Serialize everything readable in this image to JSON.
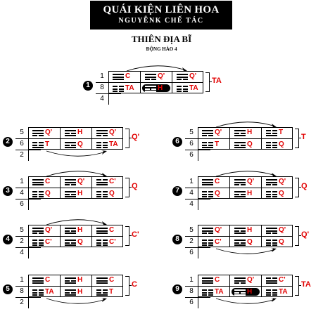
{
  "header": {
    "title": "QUÁI KIỆN LIÊN HOA",
    "subtitle": "NGUYỄNK CHẾ TÁC"
  },
  "diagram": {
    "title": "THIÊN ĐỊA BĨ",
    "subtitle": "ĐỘNG HÀO 4"
  },
  "blocks": [
    {
      "label": "1",
      "rows": [
        "1",
        "8",
        "4"
      ],
      "top": [
        [
          0,
          "C"
        ],
        [
          2,
          "Q'"
        ],
        [
          2,
          "Q'"
        ]
      ],
      "bottom": [
        [
          3,
          "TA"
        ],
        [
          1,
          "H"
        ],
        [
          3,
          "TA"
        ]
      ],
      "highlight": 1,
      "arrow": "top",
      "result": "TA"
    },
    {
      "label": "2",
      "rows": [
        "5",
        "6",
        "2"
      ],
      "top": [
        [
          2,
          "Q'"
        ],
        [
          1,
          "H"
        ],
        [
          2,
          "Q'"
        ]
      ],
      "bottom": [
        [
          4,
          "T"
        ],
        [
          1,
          "Q"
        ],
        [
          3,
          "TA"
        ]
      ],
      "highlight": -1,
      "arrow": "bottom",
      "result": "Q'"
    },
    {
      "label": "3",
      "rows": [
        "1",
        "4",
        "6"
      ],
      "top": [
        [
          0,
          "C"
        ],
        [
          2,
          "Q'"
        ],
        [
          5,
          "C'"
        ]
      ],
      "bottom": [
        [
          3,
          "Q"
        ],
        [
          1,
          "H"
        ],
        [
          3,
          "Q"
        ]
      ],
      "highlight": -1,
      "arrow": "top",
      "result": "Q"
    },
    {
      "label": "4",
      "rows": [
        "5",
        "2",
        "4"
      ],
      "top": [
        [
          2,
          "Q'"
        ],
        [
          1,
          "H"
        ],
        [
          0,
          "C"
        ]
      ],
      "bottom": [
        [
          3,
          "C'"
        ],
        [
          1,
          "Q"
        ],
        [
          3,
          "C'"
        ]
      ],
      "highlight": -1,
      "arrow": "top",
      "result": "C'"
    },
    {
      "label": "5",
      "rows": [
        "1",
        "8",
        "2"
      ],
      "top": [
        [
          0,
          "C"
        ],
        [
          1,
          "H"
        ],
        [
          0,
          "C"
        ]
      ],
      "bottom": [
        [
          3,
          "TA"
        ],
        [
          1,
          "H"
        ],
        [
          4,
          "T"
        ]
      ],
      "highlight": -1,
      "arrow": "bottom",
      "result": "C"
    },
    {
      "label": "6",
      "rows": [
        "5",
        "6",
        "6"
      ],
      "top": [
        [
          2,
          "Q'"
        ],
        [
          1,
          "H"
        ],
        [
          4,
          "T"
        ]
      ],
      "bottom": [
        [
          4,
          "T"
        ],
        [
          1,
          "Q"
        ],
        [
          3,
          "Q"
        ]
      ],
      "highlight": -1,
      "arrow": "top",
      "result": "T"
    },
    {
      "label": "7",
      "rows": [
        "1",
        "4",
        "4"
      ],
      "top": [
        [
          0,
          "C"
        ],
        [
          2,
          "Q'"
        ],
        [
          2,
          "Q'"
        ]
      ],
      "bottom": [
        [
          3,
          "Q"
        ],
        [
          1,
          "H"
        ],
        [
          3,
          "Q"
        ]
      ],
      "highlight": -1,
      "arrow": "top",
      "result": "Q"
    },
    {
      "label": "8",
      "rows": [
        "5",
        "2",
        "6"
      ],
      "top": [
        [
          2,
          "Q'"
        ],
        [
          1,
          "H"
        ],
        [
          2,
          "Q'"
        ]
      ],
      "bottom": [
        [
          3,
          "C'"
        ],
        [
          1,
          "Q"
        ],
        [
          3,
          "Q"
        ]
      ],
      "highlight": -1,
      "arrow": "bottom",
      "result": "Q'"
    },
    {
      "label": "9",
      "rows": [
        "1",
        "8",
        "6"
      ],
      "top": [
        [
          0,
          "C"
        ],
        [
          2,
          "Q'"
        ],
        [
          5,
          "C'"
        ]
      ],
      "bottom": [
        [
          3,
          "TA"
        ],
        [
          1,
          "H"
        ],
        [
          3,
          "TA"
        ]
      ],
      "highlight": 1,
      "arrow": "bottom",
      "result": "TA"
    }
  ]
}
